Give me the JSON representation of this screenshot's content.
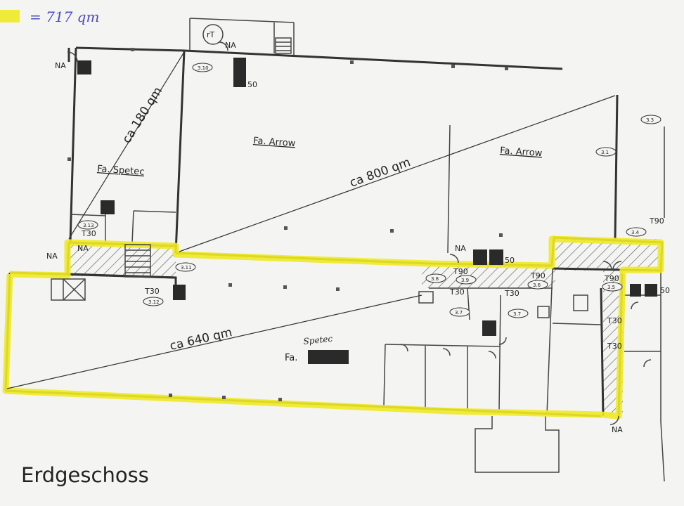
{
  "legend": {
    "text": "= 717 qm",
    "highlight_color": "#f0ea24"
  },
  "title": "Erdgeschoss",
  "areas": {
    "area_180": "ca 180 qm",
    "area_800": "ca 800 qm",
    "area_640": "ca 640 qm"
  },
  "tenants": {
    "spetec_top": "Fa. Spetec",
    "arrow_left": "Fa. Arrow",
    "arrow_right": "Fa. Arrow",
    "spetec_bottom_prefix": "Fa.",
    "spetec_bottom_name": "Spetec"
  },
  "marks": {
    "na": "NA",
    "t30": "T30",
    "t90": "T90",
    "fifty": "50",
    "rt": "rT"
  },
  "room_tags": [
    "3.10",
    "3.13",
    "3.11",
    "3.12",
    "3.8",
    "3.9",
    "3.6",
    "3.7",
    "3.7",
    "3.5",
    "3.4",
    "3.1",
    "3.3"
  ]
}
